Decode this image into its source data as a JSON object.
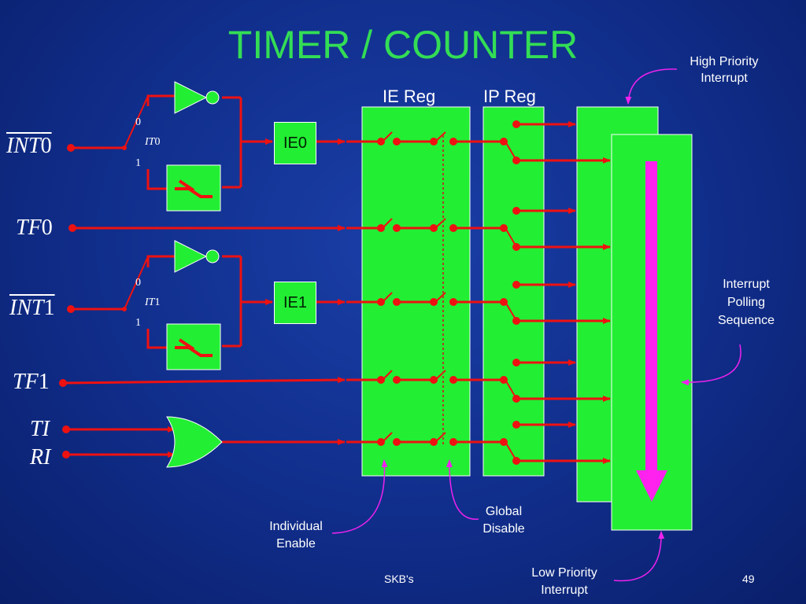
{
  "title": "TIMER / COUNTER",
  "header": {
    "ie_reg": "IE Reg",
    "ip_reg": "IP Reg"
  },
  "signals": {
    "int0": "INT",
    "int0_num": "0",
    "tf0": "TF",
    "tf0_num": "0",
    "int1": "INT",
    "int1_num": "1",
    "tf1": "TF",
    "tf1_num": "1",
    "ti": "TI",
    "ri": "RI"
  },
  "selectors": {
    "it0": "IT",
    "it0_num": "0",
    "it1": "IT",
    "it1_num": "1",
    "zero_a": "0",
    "one_a": "1",
    "zero_b": "0",
    "one_b": "1"
  },
  "flags": {
    "ie0": "IE0",
    "ie1": "IE1"
  },
  "annotations": {
    "high_priority_1": "High Priority",
    "high_priority_2": "Interrupt",
    "polling_1": "Interrupt",
    "polling_2": "Polling",
    "polling_3": "Sequence",
    "individual_1": "Individual",
    "individual_2": "Enable",
    "global_1": "Global",
    "global_2": "Disable",
    "low_priority_1": "Low Priority",
    "low_priority_2": "Interrupt"
  },
  "footer": {
    "author": "SKB's",
    "page": "49"
  },
  "colors": {
    "background": "#102d8a",
    "title": "#33dd55",
    "register_fill": "#22ee33",
    "wire": "#ee1111",
    "annotation_line": "#ee22ee",
    "arrow_fill": "#ff22ee"
  }
}
